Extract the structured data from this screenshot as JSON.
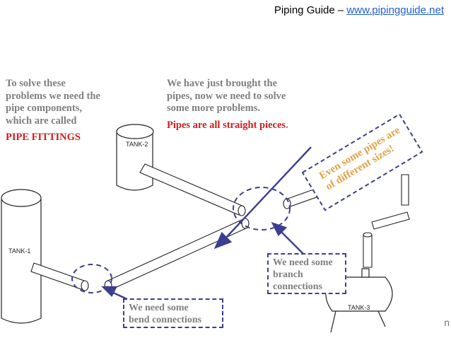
{
  "header": {
    "title_prefix": "Piping Guide – ",
    "link": "www.pipingguide.net"
  },
  "left_text": {
    "lines": [
      "To solve these",
      "problems we need the",
      "pipe components,",
      "which are called"
    ],
    "highlight": "PIPE FITTINGS"
  },
  "middle_text": {
    "lines": [
      "We have just brought the",
      "pipes, now we need to solve",
      "some more problems."
    ],
    "highlight": "Pipes are all straight pieces",
    "highlight_suffix": "."
  },
  "callouts": {
    "diff_sizes": [
      "Even some pipes are",
      "of different sizes!"
    ],
    "branch": [
      "We need some",
      "branch",
      "connections"
    ],
    "bend": [
      "We need some",
      "bend connections"
    ]
  },
  "tanks": {
    "tank1": "TANK-1",
    "tank2": "TANK-2",
    "tank3": "TANK-3"
  },
  "colors": {
    "accent_red": "#d41c1c",
    "link_blue": "#1f5fd6",
    "callout_navy": "#3b3f8f",
    "annotation_orange": "#e0a34a",
    "text_gray": "#7f7f7f"
  },
  "corner_mark": "n"
}
